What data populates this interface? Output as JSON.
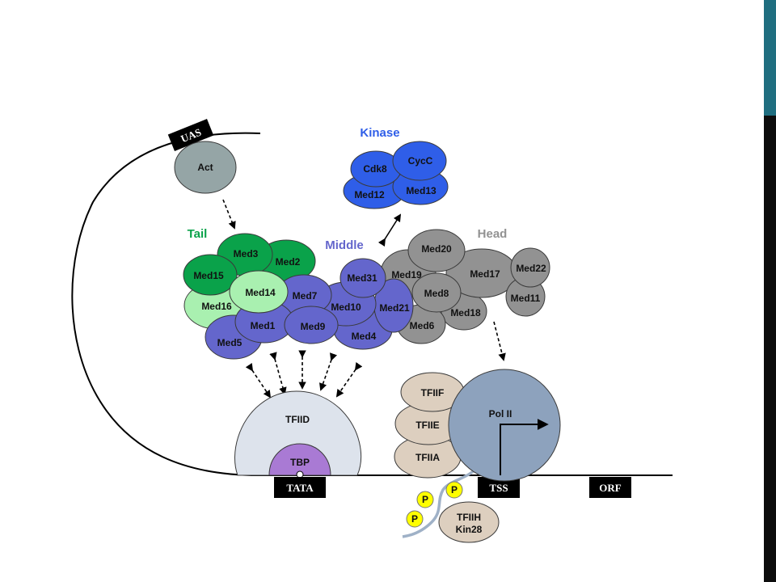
{
  "colors": {
    "tail_dark": "#0aa24a",
    "tail_light": "#a9f0b0",
    "middle": "#6466cc",
    "kinase": "#2f5ee8",
    "head": "#929292",
    "act": "#95a5a6",
    "gtf": "#ddcfbf",
    "pol2": "#8da2bd",
    "tfiid": "#dde3ec",
    "tbp": "#a97ad4",
    "phospho": "#ffff00",
    "teal_bar": "#1f6e80",
    "dark_bar": "#0d0d0d"
  },
  "groups": {
    "kinase": "Kinase",
    "tail": "Tail",
    "middle": "Middle",
    "head": "Head"
  },
  "activator": "Act",
  "elements": {
    "uas": "UAS",
    "tata": "TATA",
    "tss": "TSS",
    "orf": "ORF"
  },
  "kinase_subunits": {
    "cdk8": "Cdk8",
    "cycc": "CycC",
    "med12": "Med12",
    "med13": "Med13"
  },
  "tail_subunits": {
    "med3": "Med3",
    "med2": "Med2",
    "med15": "Med15",
    "med16": "Med16",
    "med14": "Med14"
  },
  "middle_subunits": {
    "med7": "Med7",
    "med1": "Med1",
    "med5": "Med5",
    "med9": "Med9",
    "med10": "Med10",
    "med4": "Med4",
    "med31": "Med31",
    "med21": "Med21"
  },
  "head_subunits": {
    "med20": "Med20",
    "med19": "Med19",
    "med17": "Med17",
    "med22": "Med22",
    "med8": "Med8",
    "med11": "Med11",
    "med18": "Med18",
    "med6": "Med6"
  },
  "factors": {
    "tfiid": "TFIID",
    "tbp": "TBP",
    "tfiif": "TFIIF",
    "tfiie": "TFIIE",
    "tfiia": "TFIIA",
    "pol2": "Pol II",
    "tfiih": "TFIIH",
    "kin28": "Kin28",
    "phospho": "P"
  }
}
